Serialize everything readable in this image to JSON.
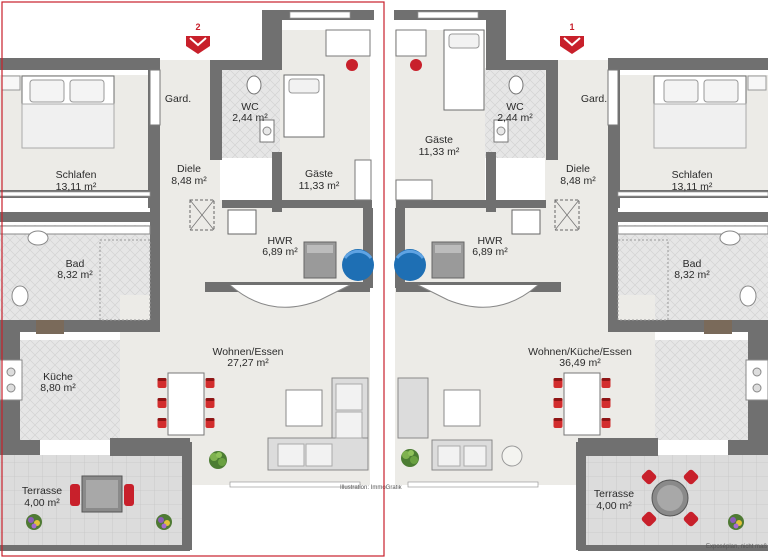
{
  "units": [
    {
      "number": "2",
      "rooms": {
        "schlafen": {
          "name": "Schlafen",
          "area": "13,11 m²"
        },
        "gard": {
          "name": "Gard."
        },
        "wc": {
          "name": "WC",
          "area": "2,44 m²"
        },
        "diele": {
          "name": "Diele",
          "area": "8,48 m²"
        },
        "gaeste": {
          "name": "Gäste",
          "area": "11,33 m²"
        },
        "bad": {
          "name": "Bad",
          "area": "8,32 m²"
        },
        "hwr": {
          "name": "HWR",
          "area": "6,89 m²"
        },
        "kueche": {
          "name": "Küche",
          "area": "8,80 m²"
        },
        "wohnen": {
          "name": "Wohnen/Essen",
          "area": "27,27 m²"
        },
        "terrasse": {
          "name": "Terrasse",
          "area": "4,00 m²"
        }
      }
    },
    {
      "number": "1",
      "rooms": {
        "gaeste": {
          "name": "Gäste",
          "area": "11,33 m²"
        },
        "wc": {
          "name": "WC",
          "area": "2,44 m²"
        },
        "gard": {
          "name": "Gard."
        },
        "diele": {
          "name": "Diele",
          "area": "8,48 m²"
        },
        "schlafen": {
          "name": "Schlafen",
          "area": "13,11 m²"
        },
        "hwr": {
          "name": "HWR",
          "area": "6,89 m²"
        },
        "bad": {
          "name": "Bad",
          "area": "8,32 m²"
        },
        "wohnen": {
          "name": "Wohnen/Küche/Essen",
          "area": "36,49 m²"
        },
        "terrasse": {
          "name": "Terrasse",
          "area": "4,00 m²"
        }
      }
    }
  ],
  "credit": "Illustration: ImmoGrafik",
  "footnote": "Exposéplan, nicht maß",
  "colors": {
    "floor_light": "#ecebe7",
    "tile": "#e4e4e4",
    "wall": "#707070",
    "frame": "#c8202b",
    "marker": "#c8202b",
    "pool": "#1e6fb4"
  }
}
